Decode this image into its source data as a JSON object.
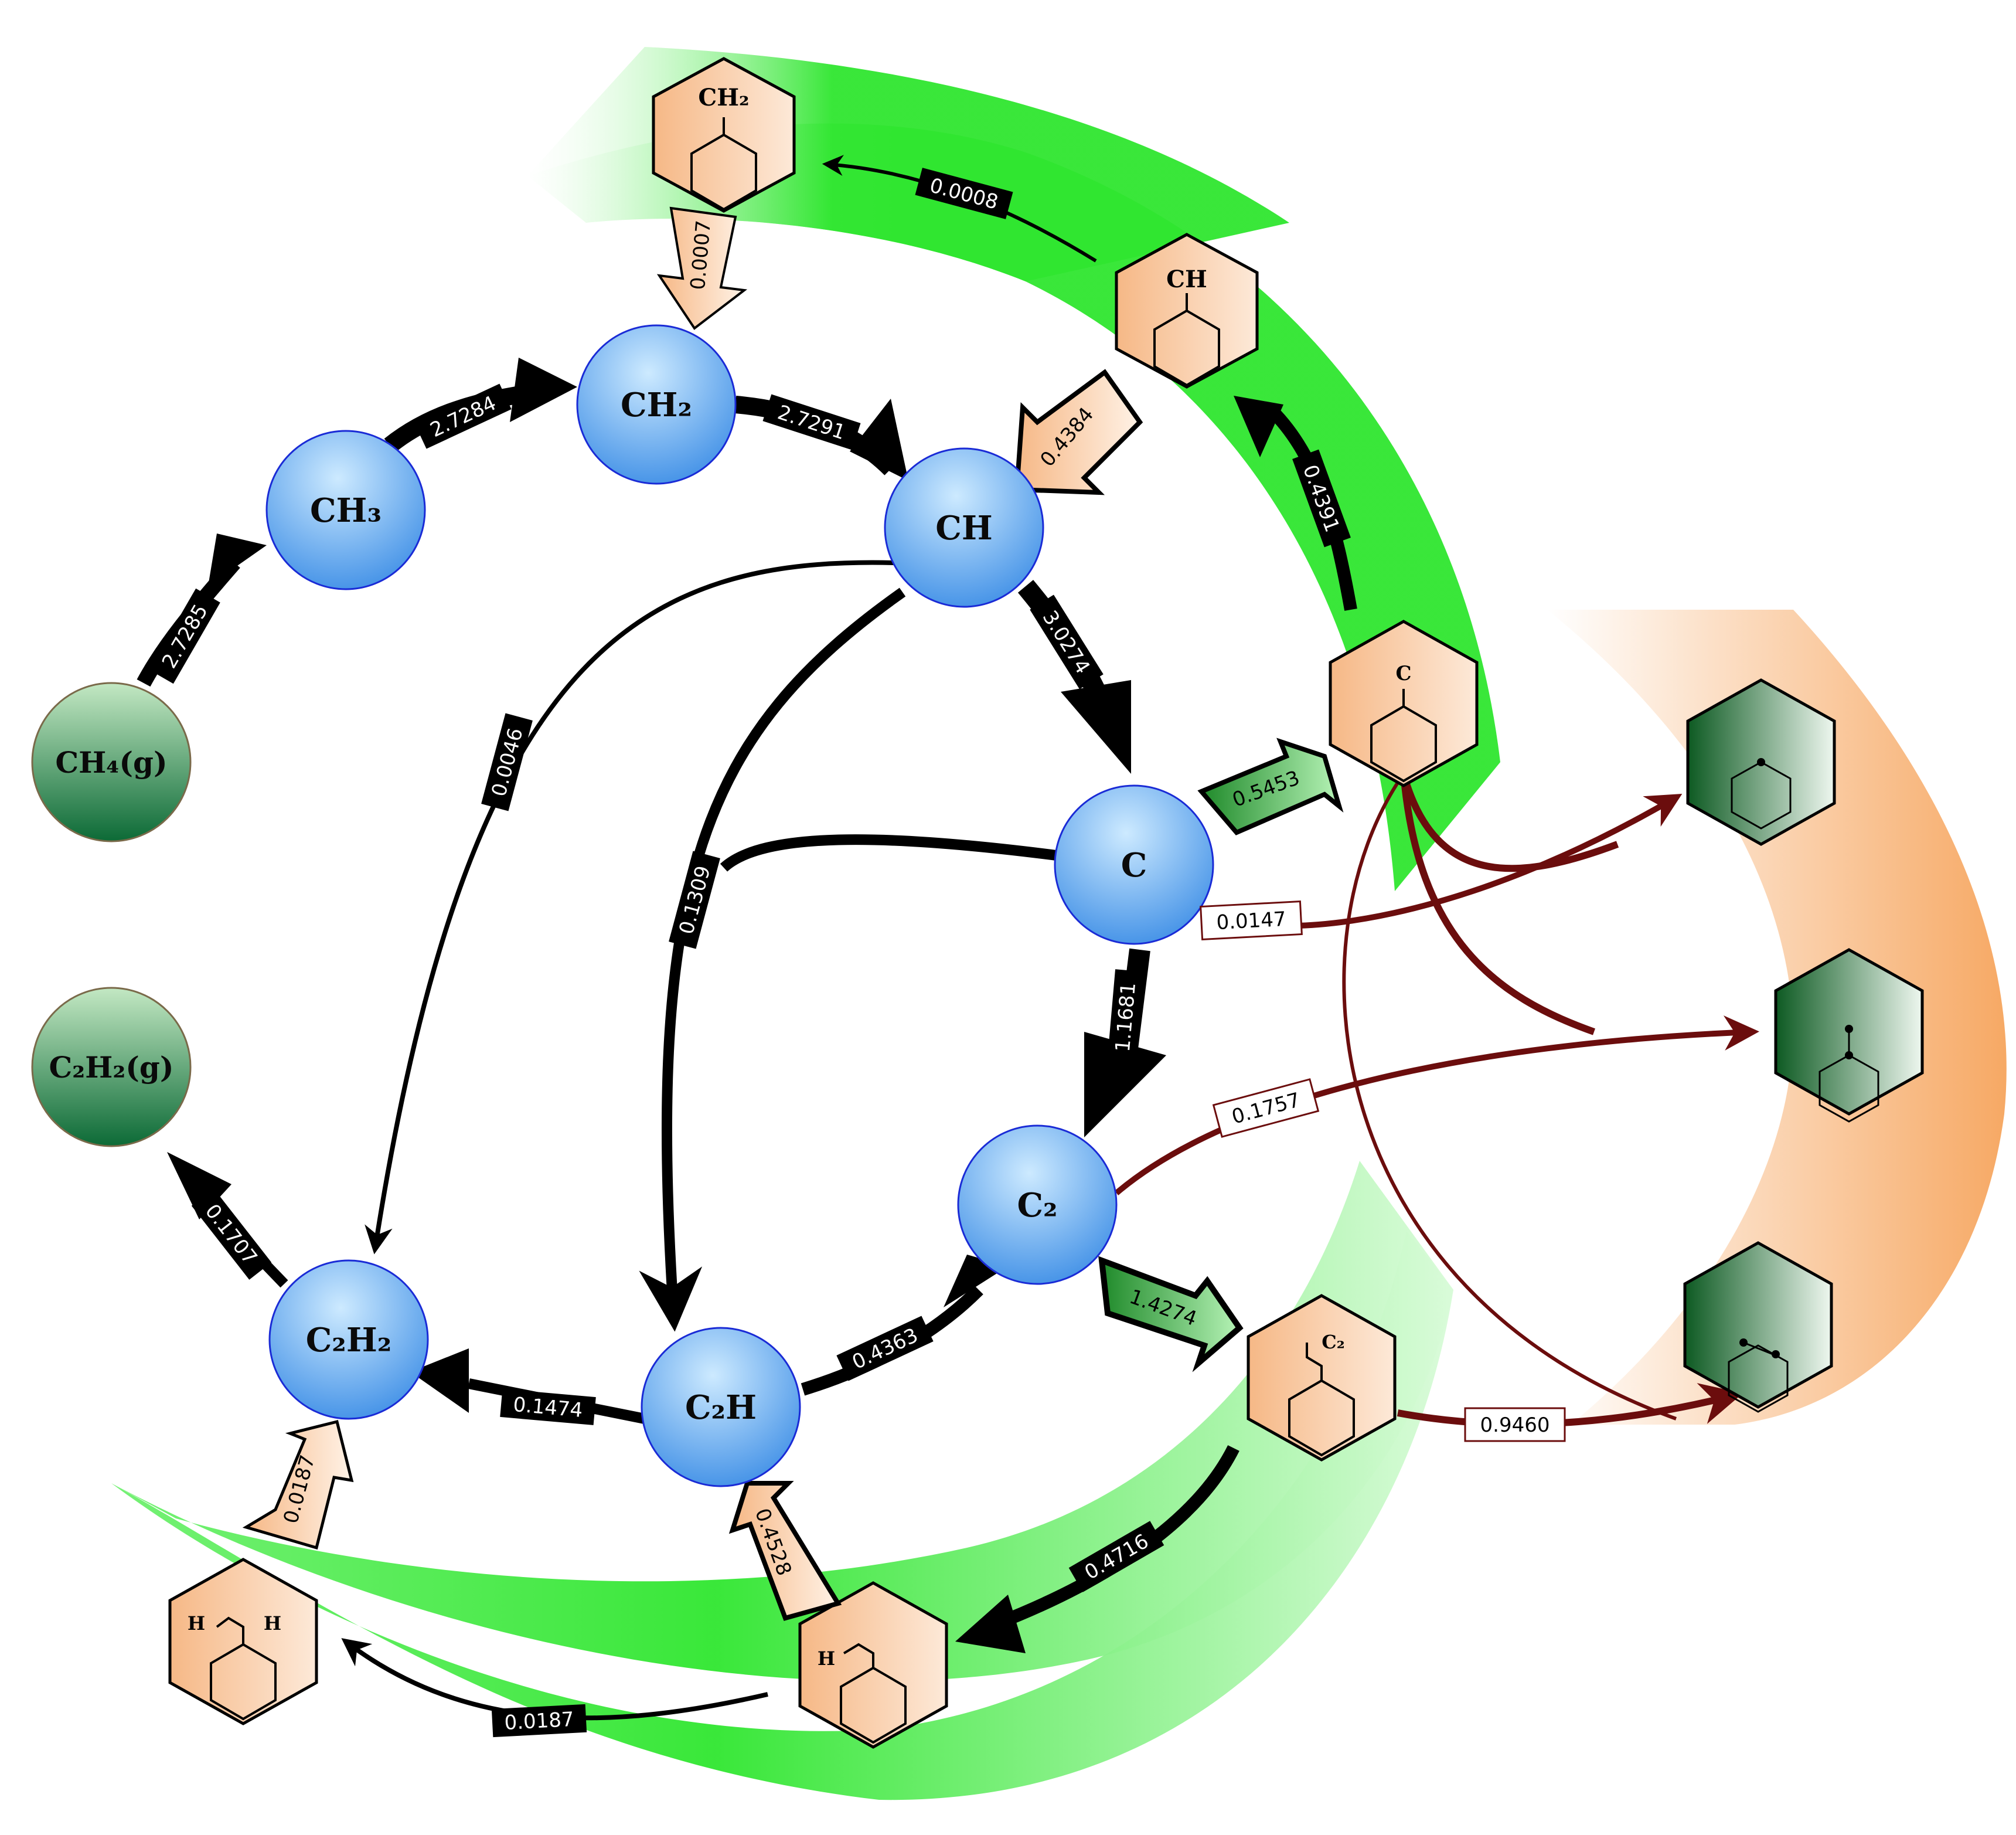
{
  "colors": {
    "node_blue_top": "#b9e2ff",
    "node_blue_bottom": "#3f8fe6",
    "gas_green_top": "#b6e3b6",
    "gas_green_bottom": "#0c6a36",
    "band_green": "#2fe62f",
    "band_orange": "#f6a45c",
    "hex_fill": "#f8c9a0",
    "hex_dark": "#1f6b30",
    "flux_black": "#000000",
    "flux_red": "#6b0d0d",
    "block_arrow_peach": "#f7c59c",
    "block_arrow_green": "#55c455"
  },
  "species": {
    "ch4g": "CH₄(g)",
    "c2h2g": "C₂H₂(g)",
    "ch3": "CH₃",
    "ch2": "CH₂",
    "ch": "CH",
    "c": "C",
    "c2": "C₂",
    "c2h": "C₂H",
    "c2h2": "C₂H₂"
  },
  "surface": {
    "ch2": "CH₂",
    "ch": "CH",
    "c": "C",
    "c2": "C₂",
    "h1": "H",
    "h2": "H",
    "h3": "H"
  },
  "rates": {
    "ch4_ch3": "2.7285",
    "ch3_ch2": "2.7284",
    "ch2_ch": "2.7291",
    "ch_c": "3.0274",
    "ch_c2h2": "0.0046",
    "ch_c2h": "0.1309",
    "c_c2": "1.1681",
    "c2h_c2": "0.4363",
    "c2h_c2h2": "0.1474",
    "c2h2_gas": "0.1707",
    "c_surf_out": "0.5453",
    "c2_surf_out": "1.4274",
    "surf_ch_in": "0.4384",
    "surf_ch2_in": "0.0007",
    "surf_c2h_in": "0.4528",
    "surf_c2h2_in": "0.0187",
    "surf_c_to_ch": "0.4391",
    "surf_ch_to_ch2": "0.0008",
    "surf_c2_to_c2h": "0.4716",
    "surf_c2h_to_c2h2": "0.0187",
    "c_to_cluster": "0.0147",
    "c2_to_cluster": "0.1757",
    "surf_c2_to_cluster": "0.9460"
  }
}
